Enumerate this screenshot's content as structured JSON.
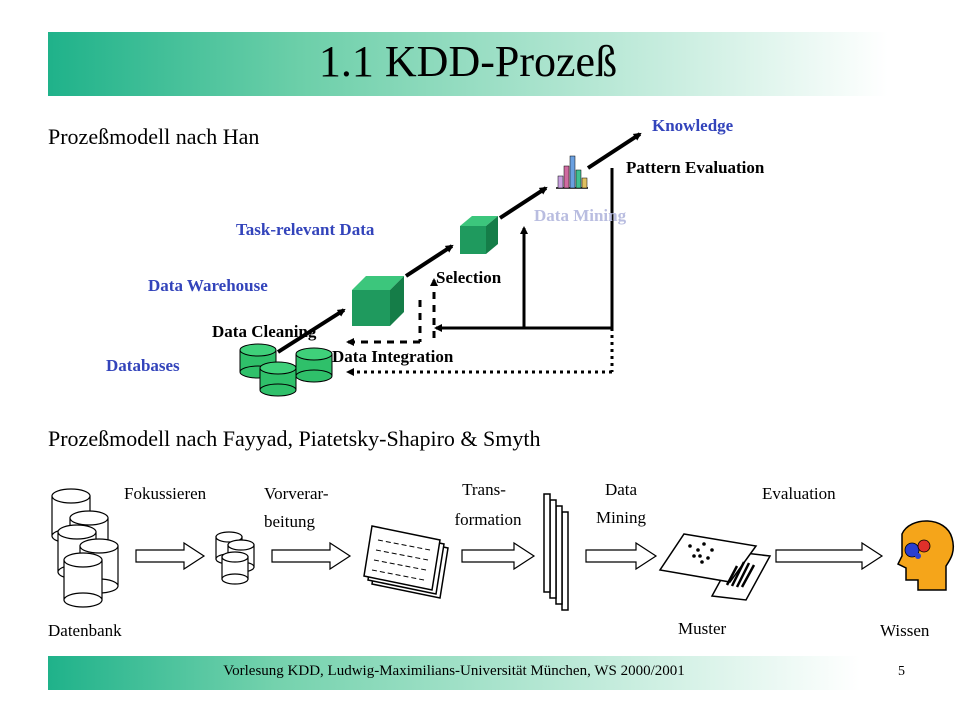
{
  "title": "1.1 KDD-Prozeß",
  "han": {
    "heading": "Prozeßmodell nach Han",
    "databases": "Databases",
    "data_cleaning": "Data Cleaning",
    "data_integration": "Data Integration",
    "data_warehouse": "Data Warehouse",
    "task_relevant": "Task-relevant Data",
    "selection": "Selection",
    "data_mining": "Data Mining",
    "pattern_evaluation": "Pattern Evaluation",
    "knowledge": "Knowledge"
  },
  "fayyad": {
    "heading": "Prozeßmodell nach Fayyad, Piatetsky-Shapiro & Smyth",
    "datenbank": "Datenbank",
    "fokussieren": "Fokussieren",
    "vorverar_1": "Vorverar-",
    "vorverar_2": "beitung",
    "trans_1": "Trans-",
    "trans_2": "formation",
    "mining_1": "Data",
    "mining_2": "Mining",
    "evaluation": "Evaluation",
    "muster": "Muster",
    "wissen": "Wissen"
  },
  "footer": "Vorlesung KDD, Ludwig-Maximilians-Universität München, WS 2000/2001",
  "page_number": "5",
  "colors": {
    "accent": "#1fb28a",
    "label_blue": "#3344bb",
    "cube": "#1f9a5e",
    "cylinder": "#2fc06a"
  }
}
